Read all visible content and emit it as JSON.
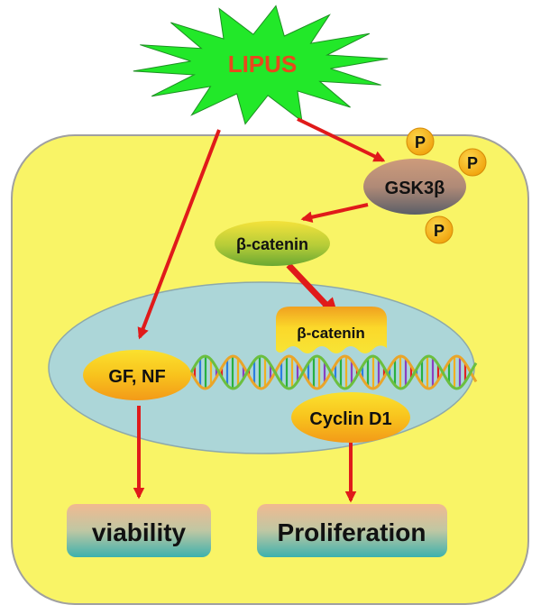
{
  "stimulus": {
    "label": "LIPUS"
  },
  "kinase": {
    "label": "GSK3β"
  },
  "phospho": {
    "label": "P"
  },
  "cytoplasmic_beta_catenin": {
    "label": "β-catenin"
  },
  "nuclear_beta_catenin": {
    "label": "β-catenin"
  },
  "growth_factors": {
    "label": "GF, NF"
  },
  "cyclin": {
    "label": "Cyclin D1"
  },
  "outcomes": {
    "viability": "viability",
    "proliferation": "Proliferation"
  },
  "colors": {
    "cell": "#f9f466",
    "cell_border": "#a0a0a0",
    "nucleus": "#acd6d8",
    "arrow": "#e01a1a",
    "starburst": "#22e829",
    "lipus_text": "#e8481c",
    "phospho_fill": "#f6b10e"
  }
}
